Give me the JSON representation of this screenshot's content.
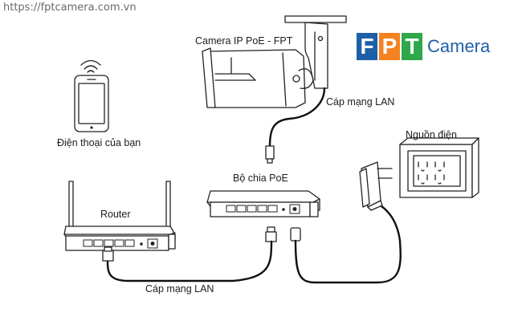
{
  "watermark": "https://fptcamera.com.vn",
  "logo": {
    "letters": [
      "F",
      "P",
      "T"
    ],
    "letter_colors": [
      "#1f5fa8",
      "#f58220",
      "#2ea84a"
    ],
    "word": "Camera",
    "word_color": "#1f5fa8"
  },
  "nodes": {
    "camera": "Camera IP PoE - FPT",
    "phone": "Điện thoại của bạn",
    "router": "Router",
    "poe_switch": "Bộ chia PoE",
    "power": "Nguồn điện"
  },
  "cables": {
    "top": "Cáp mạng LAN",
    "bottom": "Cáp mạng LAN"
  },
  "icons": {
    "phone": "smartphone-wifi-icon",
    "camera": "bullet-camera-icon",
    "router": "router-icon",
    "switch": "poe-switch-icon",
    "adapter": "power-adapter-icon",
    "outlet": "wall-outlet-icon"
  }
}
